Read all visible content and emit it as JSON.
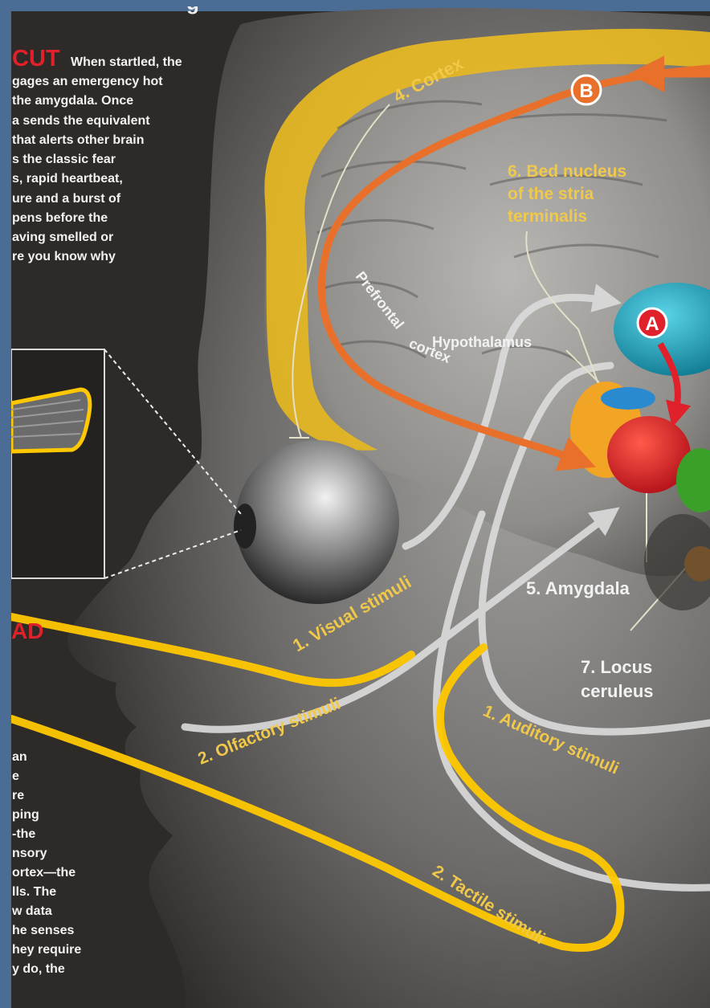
{
  "top_heading_fragment": "g",
  "intro": {
    "kicker": "CUT",
    "lines": [
      "When startled, the",
      "gages an emergency hot",
      "the amygdala. Once",
      "a sends the equivalent",
      "that alerts other brain",
      "s the classic fear",
      "s, rapid heartbeat,",
      "ure and a burst of",
      "pens before the",
      "aving smelled or",
      "re you know why"
    ]
  },
  "side_heading_fragment": "AD",
  "lower_column": {
    "lines": [
      "an",
      "e",
      "re",
      "ping",
      "-the",
      "nsory",
      "ortex—the",
      "lls. The",
      "w data",
      "he senses",
      "hey require",
      "y do, the"
    ]
  },
  "labels": {
    "cortex": "4. Cortex",
    "marker_b": "B",
    "marker_a": "A",
    "bed_nucleus": [
      "6. Bed nucleus",
      "of the stria",
      "terminalis"
    ],
    "prefrontal": [
      "Prefrontal",
      "cortex"
    ],
    "hypothalamus": "Hypothalamus",
    "amygdala": "5. Amygdala",
    "locus": [
      "7. Locus",
      "ceruleus"
    ],
    "visual": "1. Visual stimuli",
    "olfactory": "2. Olfactory stimuli",
    "auditory": "1. Auditory stimuli",
    "tactile": "2. Tactile stimuli"
  },
  "colors": {
    "border_blue": "#4a6c95",
    "background": "#2d2a28",
    "face": "#7a7876",
    "cortex_yellow": "#e8b81e",
    "route_orange": "#e8702a",
    "amygdala_red": "#e0202a",
    "hypothalamus_blue": "#2a8ad0",
    "thalamus_teal": "#22a0b8",
    "highlight_yellow": "#ffc800",
    "label_yellow": "#f0c84a"
  }
}
